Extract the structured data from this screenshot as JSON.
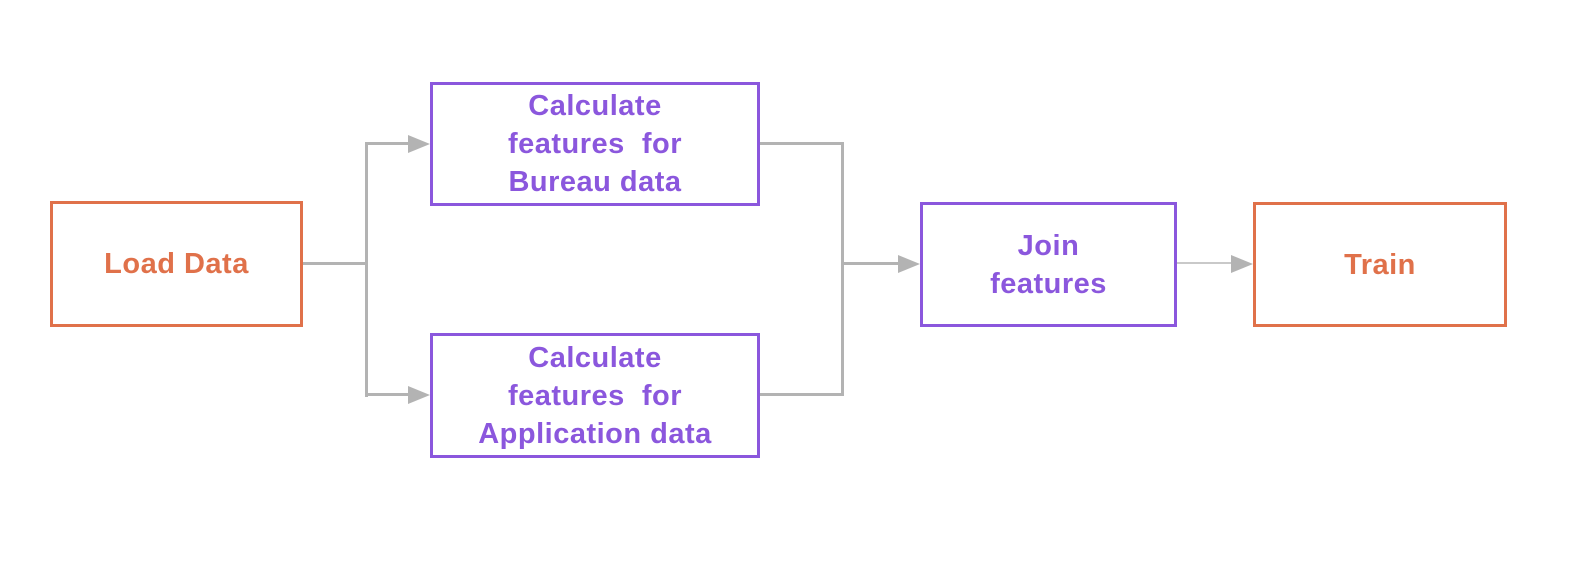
{
  "colors": {
    "orange": "#e0714a",
    "purple": "#8b57dd",
    "connector": "#b3b3b3",
    "connector-light": "#c9c9c9"
  },
  "nodes": {
    "load_data": {
      "label": "Load Data"
    },
    "calc_bureau": {
      "label": "Calculate\nfeatures  for\nBureau data"
    },
    "calc_application": {
      "label": "Calculate\nfeatures  for\nApplication data"
    },
    "join_features": {
      "label": "Join\nfeatures"
    },
    "train": {
      "label": "Train"
    }
  }
}
